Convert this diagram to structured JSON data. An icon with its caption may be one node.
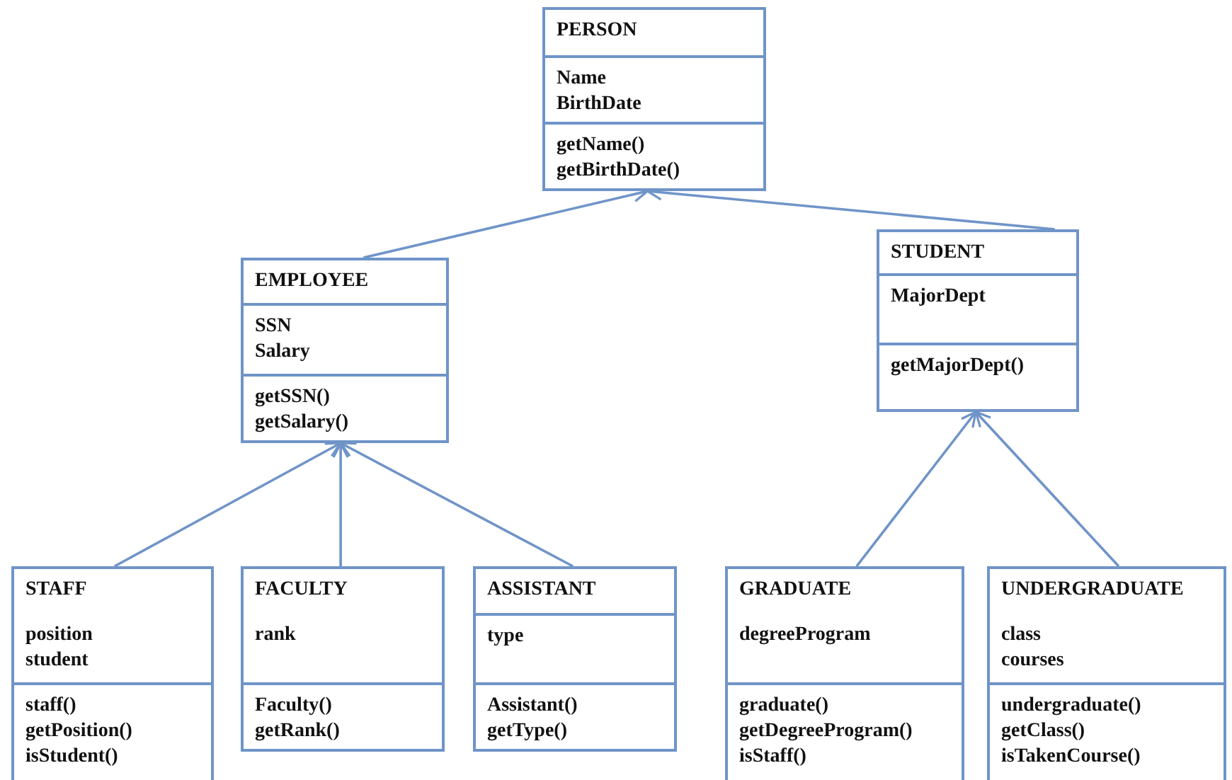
{
  "diagram": {
    "nodes": [
      {
        "text": [
          "PERSON",
          "Name BirthDate",
          "getName() getBirthDate()"
        ]
      },
      {
        "text": [
          "EMPLOYEE",
          "SSN Salary",
          "getSSN() getSalary()"
        ]
      },
      {
        "text": [
          "STUDENT",
          "MajorDept",
          "getMajorDept()"
        ]
      },
      {
        "text": [
          "STAFF",
          "position student",
          "staff() getPosition() isStudent()"
        ]
      },
      {
        "text": [
          "FACULTY",
          "rank",
          "Faculty() getRank()"
        ]
      },
      {
        "text": [
          "ASSISTANT",
          "type",
          "Assistant() getType()"
        ]
      },
      {
        "text": [
          "GRADUATE",
          "degreeProgram",
          "graduate() getDegreeProgram() isStaff()"
        ]
      },
      {
        "text": [
          "UNDERGRADUATE",
          "class courses",
          "undergraduate() getClass() isTakenCourse()"
        ]
      }
    ],
    "edges": [
      {
        "from": 1,
        "to": 0,
        "arrow": "to"
      },
      {
        "from": 2,
        "to": 0,
        "arrow": "to"
      },
      {
        "from": 3,
        "to": 1,
        "arrow": "to"
      },
      {
        "from": 4,
        "to": 1,
        "arrow": "to"
      },
      {
        "from": 5,
        "to": 1,
        "arrow": "to"
      },
      {
        "from": 6,
        "to": 2,
        "arrow": "to"
      },
      {
        "from": 7,
        "to": 2,
        "arrow": "to"
      }
    ]
  }
}
